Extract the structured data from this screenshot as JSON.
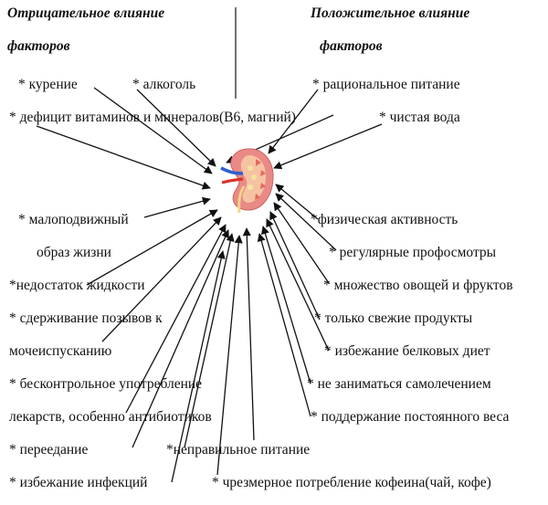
{
  "left_heading": {
    "line1": "Отрицательное влияние",
    "line2": "факторов"
  },
  "right_heading": {
    "line1": "Положительное влияние",
    "line2": "факторов"
  },
  "negative": {
    "smoking": "* курение",
    "alcohol": "* алкоголь",
    "deficit": "*  дефицит витаминов и минералов(В6, магний)",
    "sedentary_1": "* малоподвижный",
    "sedentary_2": "образ жизни",
    "fluid": "*недостаток жидкости",
    "hold_1": "* сдерживание позывов к",
    "hold_2": "мочеиспусканию",
    "drugs_1": "* бесконтрольное употребление",
    "drugs_2": "лекарств, особенно антибиотиков",
    "overeating": "* переедание",
    "bad_food": "*неправильное питание",
    "infection": "* избежание инфекций",
    "caffeine": "* чрезмерное потребление кофеина(чай, кофе)"
  },
  "positive": {
    "nutrition": "* рациональное питание",
    "water": "*  чистая вода",
    "activity": "*физическая активность",
    "checkups": "* регулярные профосмотры",
    "vegetables": "* множество овощей и фруктов",
    "fresh": "* только свежие продукты",
    "protein": "* избежание белковых диет",
    "selfmed": "* не заниматься самолечением",
    "weight": "* поддержание постоянного веса"
  },
  "colors": {
    "text": "#111111",
    "arrow": "#111111",
    "kidney_outer": "#e98a86",
    "kidney_inner": "#f6c3a2",
    "vein": "#2f5fd0",
    "artery": "#d9342b"
  },
  "icons": {
    "center": "kidney-icon"
  }
}
